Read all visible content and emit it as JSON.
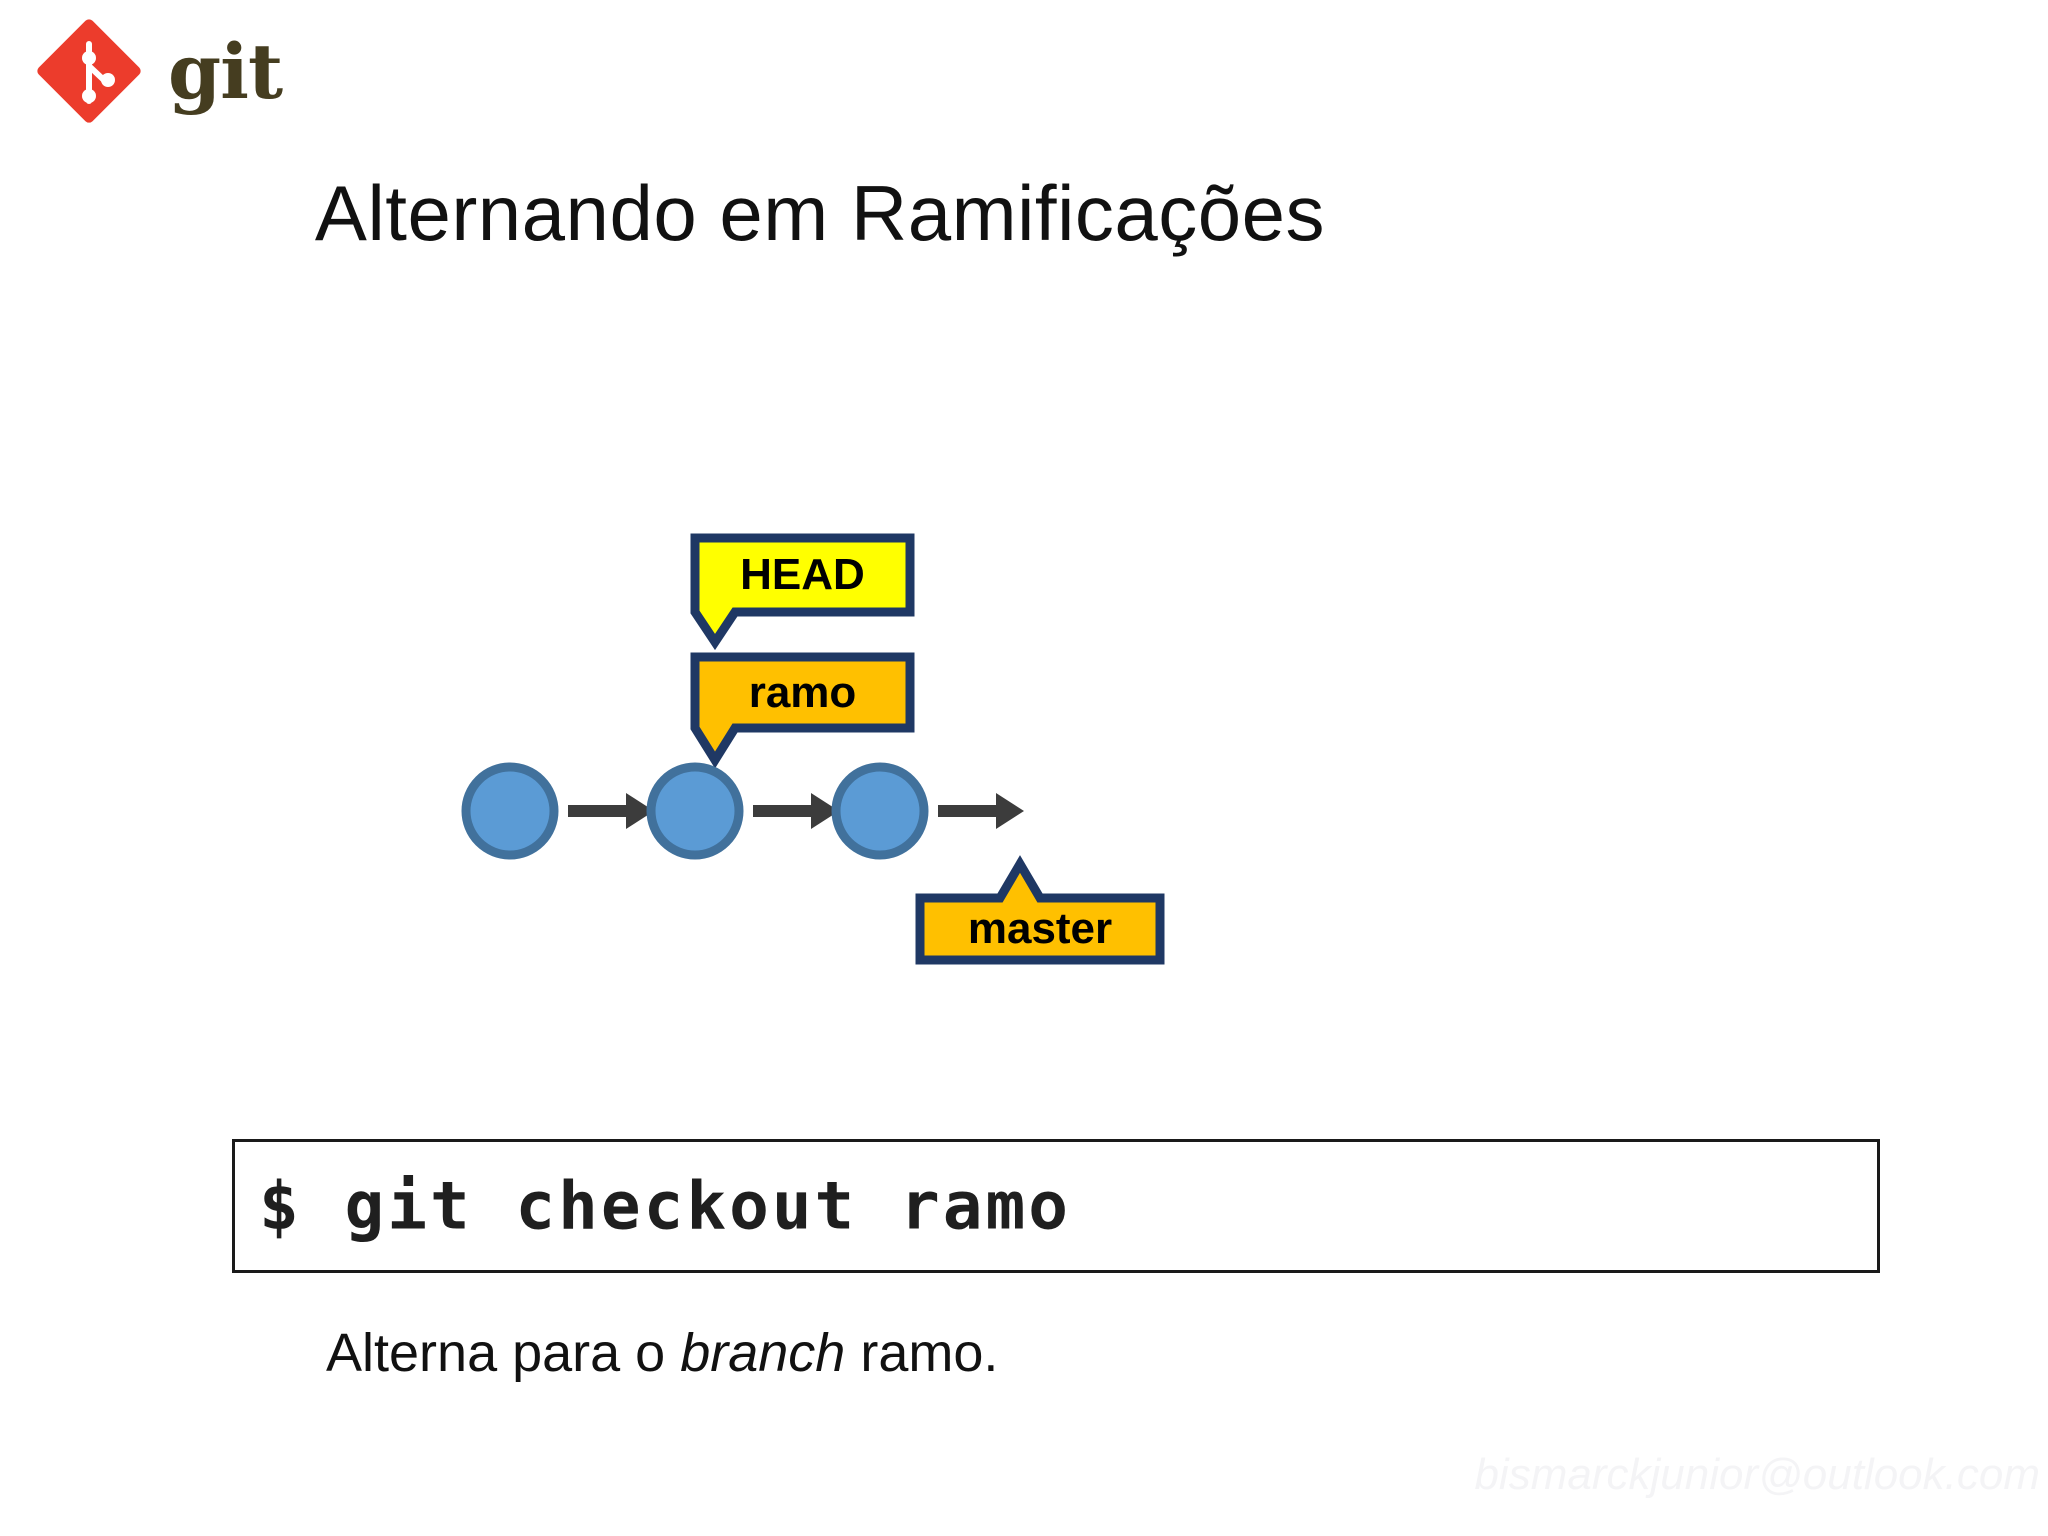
{
  "brand": {
    "logo_icon": "git-diamond-logo-icon",
    "wordmark": "git",
    "logo_color": "#ec3c2c",
    "wordmark_color": "#453d20"
  },
  "slide": {
    "title": "Alternando em Ramificações",
    "background": "#ffffff"
  },
  "diagram": {
    "type": "git-branch-graph",
    "node_fill": "#5b9bd5",
    "node_ring": "#41719C",
    "arrow_color": "#3c3c3c",
    "label_border": "#1f3864",
    "labels": [
      {
        "id": "head",
        "text": "HEAD",
        "fill": "#ffff00",
        "pointer": "down",
        "points_to": "ramo"
      },
      {
        "id": "ramo",
        "text": "ramo",
        "fill": "#ffc000",
        "pointer": "down",
        "points_to": "commit-2"
      },
      {
        "id": "master",
        "text": "master",
        "fill": "#ffc000",
        "pointer": "up",
        "points_to": "commit-3"
      }
    ],
    "commits": [
      {
        "id": "commit-1"
      },
      {
        "id": "commit-2"
      },
      {
        "id": "commit-3"
      }
    ],
    "arrows": 4
  },
  "command": {
    "prompt": "$",
    "text": "$ git checkout ramo"
  },
  "caption": {
    "prefix": "Alterna para o ",
    "emphasis": "branch",
    "suffix": " ramo."
  },
  "watermark": {
    "text": "bismarckjunior@outlook.com"
  }
}
